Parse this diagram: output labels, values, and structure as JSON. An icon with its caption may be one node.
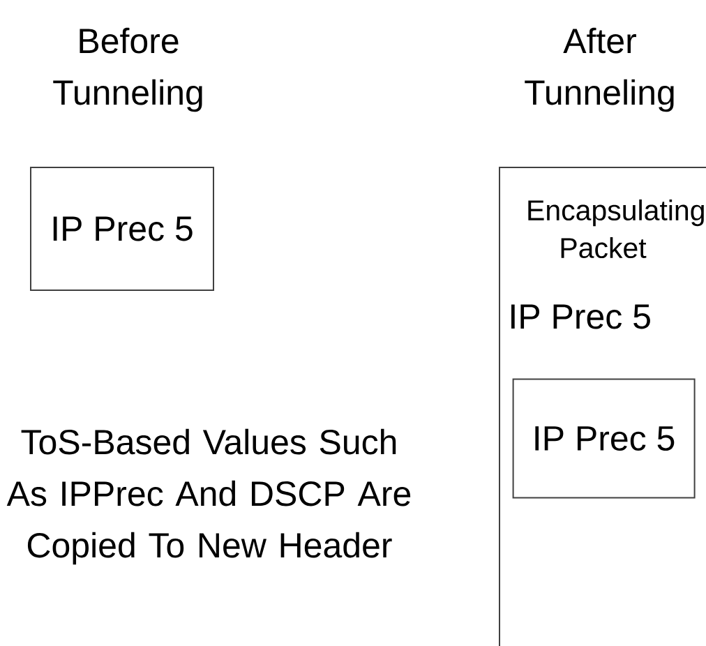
{
  "diagram": {
    "nodes": [
      {
        "text": [
          "IP Prec 5"
        ]
      },
      {
        "text": [
          "Encapsulating Packet",
          "IP Prec 5"
        ]
      },
      {
        "text": [
          "IP Prec 5"
        ],
        "in": 1
      }
    ],
    "labels": [
      "Before Tunneling",
      "After Tunneling",
      "ToS-Based Values Such As IPPrec And DSCP Are Copied To New Header"
    ]
  }
}
